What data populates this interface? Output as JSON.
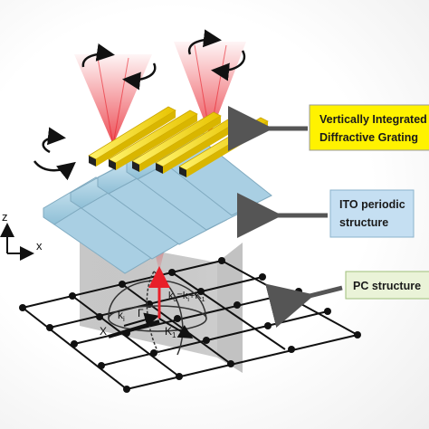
{
  "labels": {
    "grating_line1": "Vertically Integrated",
    "grating_line2": "Diffractive Grating",
    "ito_line1": "ITO periodic",
    "ito_line2": "structure",
    "pc": "PC structure",
    "axis_z": "z",
    "axis_x": "x",
    "sym_x": "X",
    "sym_gamma": "Γ",
    "k_i": "k",
    "k_i_sub": "i",
    "k_d": "k",
    "k_d_sub": "d",
    "k_d_eq": "=k",
    "k_d_eq_sub": "i",
    "k_d_plus": "+K",
    "k_d_plus_sub": "1",
    "k1": "K",
    "k1_sub": "1"
  },
  "colors": {
    "grating_box": "#fff200",
    "ito_box": "#c5dff2",
    "pc_box": "#eaf3d8",
    "beam": "#e8202a",
    "gold": "#f2d000",
    "ito": "#a9cfe3"
  }
}
